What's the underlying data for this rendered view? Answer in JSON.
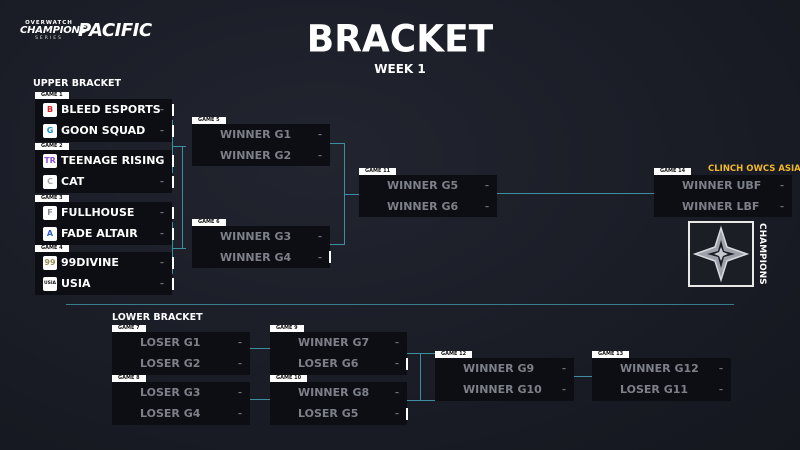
{
  "logo": {
    "top": "OVERWATCH",
    "main": "CHAMPIONS",
    "sub": "SERIES",
    "region": "PACIFIC"
  },
  "header": {
    "title": "BRACKET",
    "subtitle": "WEEK 1"
  },
  "upper_bracket": {
    "label": "UPPER BRACKET",
    "game1": {
      "tag": "GAME 1",
      "team1": "BLEED ESPORTS",
      "team2": "GOON SQUAD",
      "score1": "–",
      "score2": "–"
    },
    "game2": {
      "tag": "GAME 2",
      "team1": "TEENAGE RISING",
      "team2": "CAT",
      "score1": "–",
      "score2": "–"
    },
    "game3": {
      "tag": "GAME 3",
      "team1": "FULLHOUSE",
      "team2": "FADE ALTAIR",
      "score1": "–",
      "score2": "–"
    },
    "game4": {
      "tag": "GAME 4",
      "team1": "99DIVINE",
      "team2": "USIA",
      "score1": "–",
      "score2": "–"
    },
    "game5": {
      "tag": "GAME 5",
      "team1": "WINNER G1",
      "team2": "WINNER G2",
      "score1": "–",
      "score2": "–"
    },
    "game6": {
      "tag": "GAME 6",
      "team1": "WINNER G3",
      "team2": "WINNER G4",
      "score1": "–",
      "score2": "–"
    },
    "game11": {
      "tag": "GAME 11",
      "team1": "WINNER G5",
      "team2": "WINNER G6",
      "score1": "–",
      "score2": "–"
    }
  },
  "final": {
    "tag": "GAME 14",
    "team1": "WINNER UBF",
    "team2": "WINNER LBF",
    "score1": "–",
    "score2": "–",
    "clinch": "CLINCH OWCS ASIA",
    "champions": "CHAMPIONS"
  },
  "lower_bracket": {
    "label": "LOWER BRACKET",
    "game7": {
      "tag": "GAME 7",
      "team1": "LOSER G1",
      "team2": "LOSER G2",
      "score1": "–",
      "score2": "–"
    },
    "game8": {
      "tag": "GAME 8",
      "team1": "LOSER G3",
      "team2": "LOSER G4",
      "score1": "–",
      "score2": "–"
    },
    "game9": {
      "tag": "GAME 9",
      "team1": "WINNER G7",
      "team2": "LOSER G6",
      "score1": "–",
      "score2": "–"
    },
    "game10": {
      "tag": "GAME 10",
      "team1": "WINNER G8",
      "team2": "LOSER G5",
      "score1": "–",
      "score2": "–"
    },
    "game12": {
      "tag": "GAME 12",
      "team1": "WINNER G9",
      "team2": "WINNER G10",
      "score1": "–",
      "score2": "–"
    },
    "game13": {
      "tag": "GAME 13",
      "team1": "WINNER G12",
      "team2": "LOSER G11",
      "score1": "–",
      "score2": "–"
    }
  },
  "team_icons": {
    "bleed": {
      "icon": "bleed-esports-logo",
      "glyph": "B",
      "bg": "#ffffff",
      "fg": "#e02020"
    },
    "goon": {
      "icon": "goon-squad-logo",
      "glyph": "G",
      "bg": "#ffffff",
      "fg": "#1a8fd0"
    },
    "teenage": {
      "icon": "teenage-rising-logo",
      "glyph": "TR",
      "bg": "#ffffff",
      "fg": "#8a4fd8"
    },
    "cat": {
      "icon": "cat-logo",
      "glyph": "C",
      "bg": "#ffffff",
      "fg": "#a8a8a8"
    },
    "fullhouse": {
      "icon": "fullhouse-logo",
      "glyph": "F",
      "bg": "#ffffff",
      "fg": "#888888"
    },
    "fade": {
      "icon": "fade-altair-logo",
      "glyph": "A",
      "bg": "#ffffff",
      "fg": "#2f5fd0"
    },
    "divine": {
      "icon": "99divine-logo",
      "glyph": "99",
      "bg": "#ffffff",
      "fg": "#9a8f5a"
    },
    "usia": {
      "icon": "usia-logo",
      "glyph": "USIA",
      "bg": "#ffffff",
      "fg": "#111111"
    }
  },
  "colors": {
    "background": "#1a1c27",
    "box": "#0d0e13",
    "connector": "#3b8fa0",
    "accent": "#f0b828"
  }
}
